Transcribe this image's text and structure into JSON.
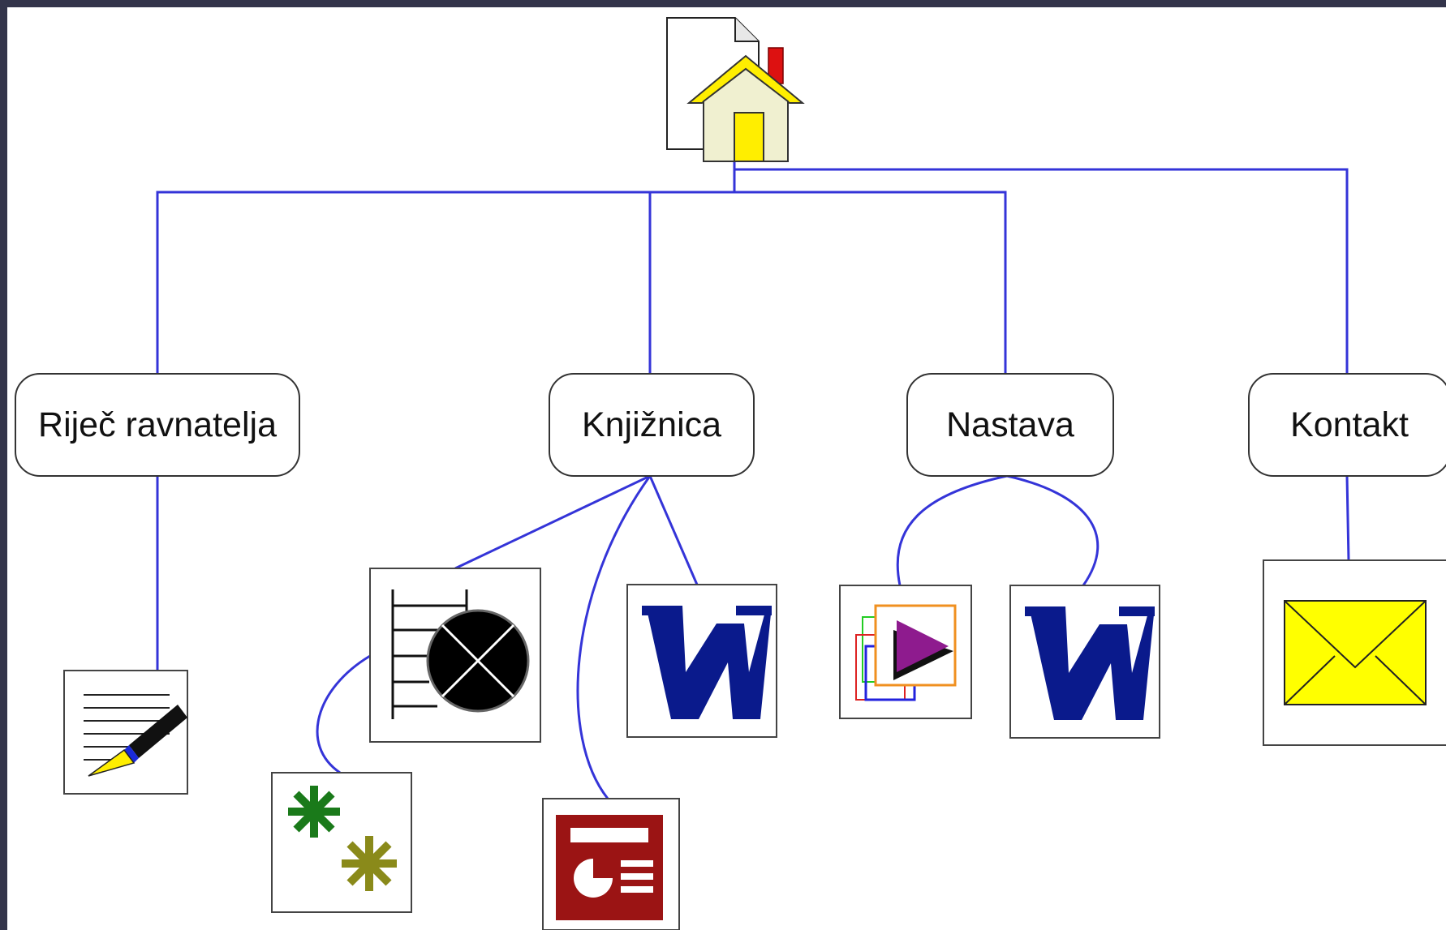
{
  "nav": {
    "home": {
      "icon": "home-page-icon"
    },
    "items": [
      {
        "label": "Riječ ravnatelja",
        "children": [
          {
            "icon": "pen-document-icon"
          }
        ]
      },
      {
        "label": "Knjižnica",
        "children": [
          {
            "icon": "database-catalog-icon",
            "children": [
              {
                "icon": "asterisks-icon"
              }
            ]
          },
          {
            "icon": "presentation-icon"
          },
          {
            "icon": "word-document-icon"
          }
        ]
      },
      {
        "label": "Nastava",
        "children": [
          {
            "icon": "media-slides-icon"
          },
          {
            "icon": "word-document-icon"
          }
        ]
      },
      {
        "label": "Kontakt",
        "children": [
          {
            "icon": "mail-envelope-icon"
          }
        ]
      }
    ]
  },
  "colors": {
    "connector": "#3434d8",
    "word_blue": "#0a1a8c",
    "ppt_red": "#9b1414",
    "envelope_yellow": "#ffff00",
    "green": "#1a7a1a",
    "olive": "#8a8a1a",
    "house_yellow": "#ffee00",
    "roof_red": "#dd1111"
  }
}
